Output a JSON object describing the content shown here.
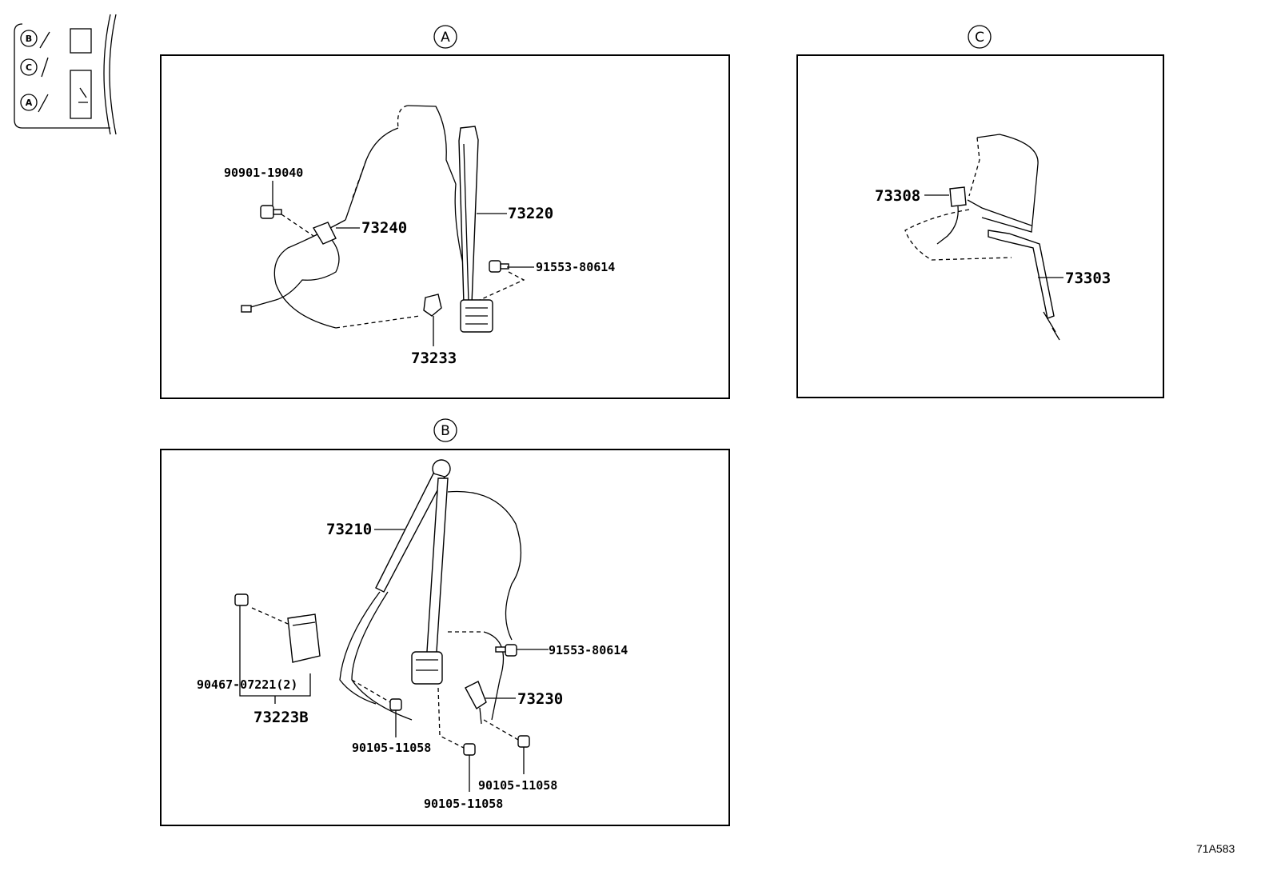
{
  "views": {
    "a": {
      "marker": "A"
    },
    "b": {
      "marker": "B"
    },
    "c": {
      "marker": "C"
    }
  },
  "parts": {
    "a_90901_19040": "90901-19040",
    "a_73240": "73240",
    "a_73220": "73220",
    "a_91553_80614": "91553-80614",
    "a_73233": "73233",
    "c_73308": "73308",
    "c_73303": "73303",
    "b_73210": "73210",
    "b_90467_07221": "90467-07221(2)",
    "b_73223B": "73223B",
    "b_91553_80614": "91553-80614",
    "b_73230": "73230",
    "b_90105_11058_1": "90105-11058",
    "b_90105_11058_2": "90105-11058",
    "b_90105_11058_3": "90105-11058"
  },
  "diagram_code": "71A583"
}
